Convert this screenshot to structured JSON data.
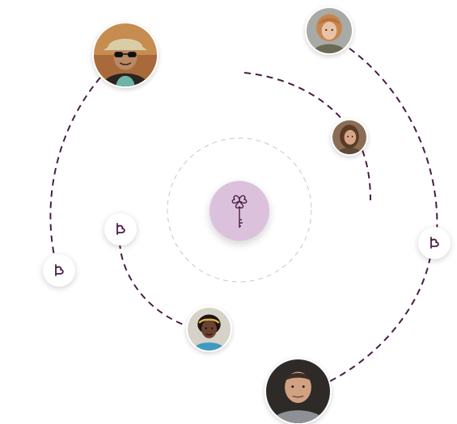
{
  "theme": {
    "accent": "#4a1d45",
    "hub_fill": "#dcc1dd",
    "inner_ring": "#c8c8c8"
  },
  "hub": {
    "icon": "key-clover-icon"
  },
  "badge_icon": "heart-tag-icon",
  "avatars": [
    {
      "name": "person-bucket-hat",
      "hat": "#d9cda8",
      "skin": "#b98a68",
      "hair": "#2b1f18",
      "shirt": "#6fb3a4",
      "bg": "#c68c50"
    },
    {
      "name": "person-curly-red-hair",
      "hat": "",
      "skin": "#e8c3a7",
      "hair": "#c7844f",
      "shirt": "#6b6b55",
      "bg": "#a8aaa5"
    },
    {
      "name": "person-long-brown-hair",
      "hat": "",
      "skin": "#d8a58a",
      "hair": "#5b3a26",
      "shirt": "#5f4a3a",
      "bg": "#8b6c55"
    },
    {
      "name": "person-headband",
      "hat": "",
      "skin": "#6a4330",
      "hair": "#1c1410",
      "shirt": "#3f9ac2",
      "bg": "#d7d2c7"
    },
    {
      "name": "person-short-hair-man",
      "hat": "",
      "skin": "#d1a184",
      "hair": "#3d2d22",
      "shirt": "#8d9196",
      "bg": "#2e2a27"
    }
  ]
}
